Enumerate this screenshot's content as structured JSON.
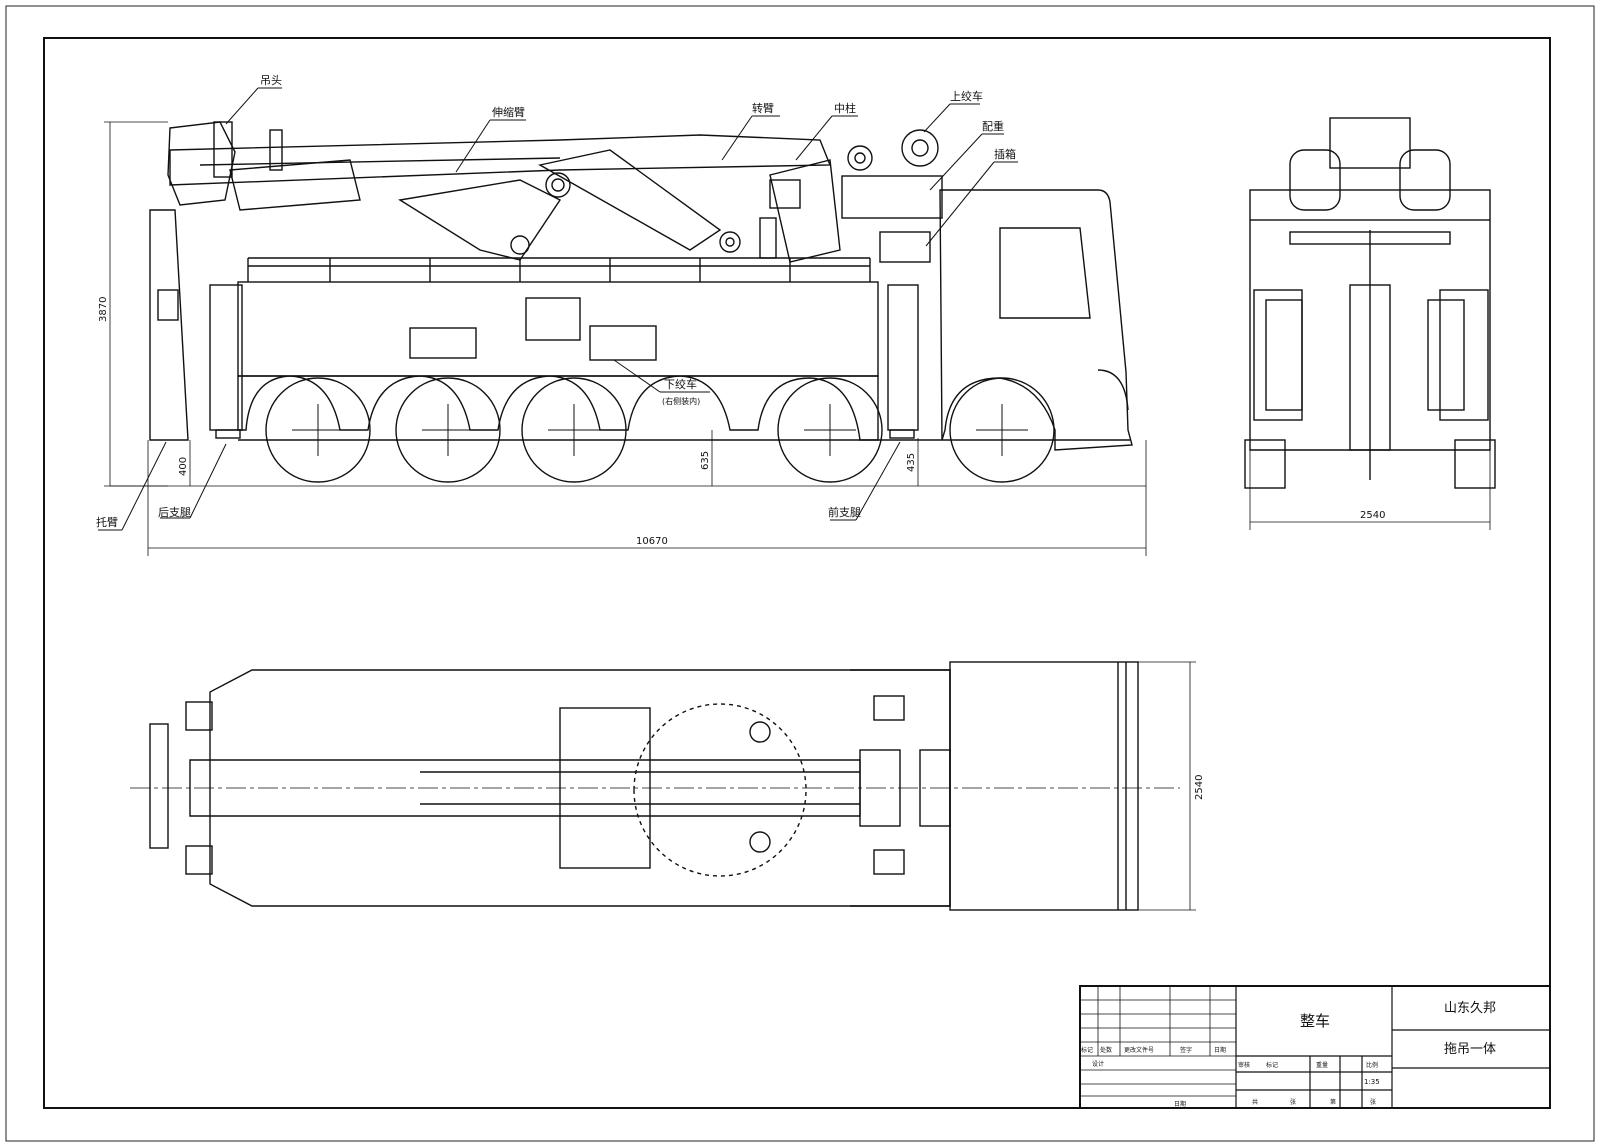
{
  "side_view": {
    "callouts": {
      "hook_head": "吊头",
      "extension_arm": "伸缩臂",
      "lift_arm": "转臂",
      "middle_post": "中柱",
      "upper_winch": "上绞车",
      "counterweight": "配重",
      "hood": "插箱",
      "lower_winch": "下绞车",
      "lower_winch_note": "(右侧装内)",
      "tow_arm": "托臂",
      "rear_outrigger": "后支腿",
      "front_outrigger": "前支腿"
    },
    "dimensions": {
      "overall_length": "10670",
      "overall_height": "3870",
      "rear_clearance": "400",
      "mid_clearance": "635",
      "front_clearance": "435"
    }
  },
  "rear_view": {
    "dimensions": {
      "width": "2540"
    }
  },
  "top_view": {
    "dimensions": {
      "width": "2540"
    }
  },
  "title_block": {
    "drawing_name": "整车",
    "company": "山东久邦",
    "product": "拖吊一体",
    "rev_headers": [
      "标记",
      "处数",
      "更改文件号",
      "签字",
      "日期"
    ],
    "design_label": "设计",
    "approve_labels": [
      "审核",
      "标记",
      "重量",
      "比例"
    ],
    "scale": "1:35",
    "sheet_labels": [
      "共",
      "张",
      "第",
      "张"
    ],
    "date_label": "日期"
  }
}
